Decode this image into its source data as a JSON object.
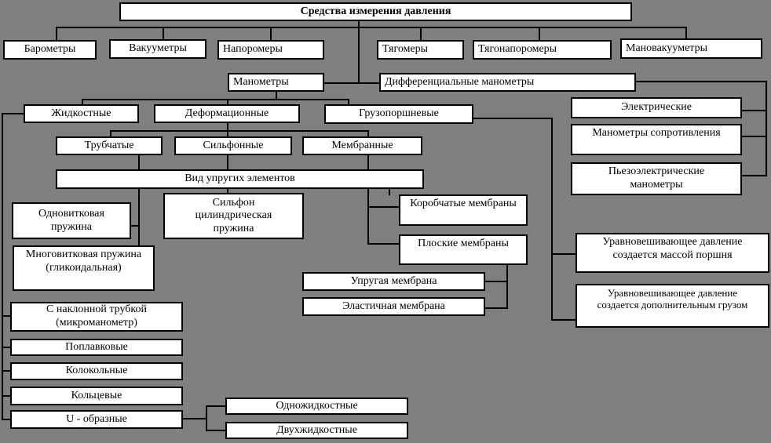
{
  "diagram": {
    "background_color": "#808080",
    "box_fill_color": "#ffffff",
    "box_border_color": "#000000",
    "line_color": "#000000",
    "title": "Средства измерения давления",
    "nodes": {
      "barometers": "Барометры",
      "vacuum_meters": "Вакууметры",
      "napor_meters": "Напоромеры",
      "tyago_meters": "Тягомеры",
      "tyagonapor_meters": "Тягонапоромеры",
      "manovacuum_meters": "Мановакууметры",
      "manometers": "Манометры",
      "differential_manometers": "Дифференциальные манометры",
      "liquid": "Жидкостные",
      "deformation": "Деформационные",
      "piston": "Грузопоршневые",
      "electric": "Электрические",
      "resistance_manometers": "Манометры сопротивления",
      "piezoelectric_manometers": "Пьезоэлектрические\nманометры",
      "tube": "Трубчатые",
      "bellows": "Сильфонные",
      "membrane": "Мембранные",
      "elastic_elements_type": "Вид упругих элементов",
      "single_coil_spring": "Одновитковая\nпружина",
      "bellows_cylindrical_spring": "Сильфон\nцилиндрическая\nпружина",
      "multi_coil_spring": "Многовитковая пружина\n(гликоидальная)",
      "box_membranes": "Коробчатые мембраны",
      "flat_membranes": "Плоские мембраны",
      "elastic_membrane": "Упругая мембрана",
      "pliable_membrane": "Эластичная мембрана",
      "balancing_piston_mass": "Уравновешивающее давление\nсоздается массой поршня",
      "balancing_additional_weight": "Уравновешивающее давление\nсоздается дополнительным грузом",
      "inclined_tube": "С наклонной трубкой\n(микроманометр)",
      "float_type": "Поплавковые",
      "bell_type": "Колокольные",
      "ring_type": "Кольцевые",
      "u_shaped": "U - образные",
      "single_liquid": "Одножидкостные",
      "double_liquid": "Двухжидкостные"
    }
  }
}
